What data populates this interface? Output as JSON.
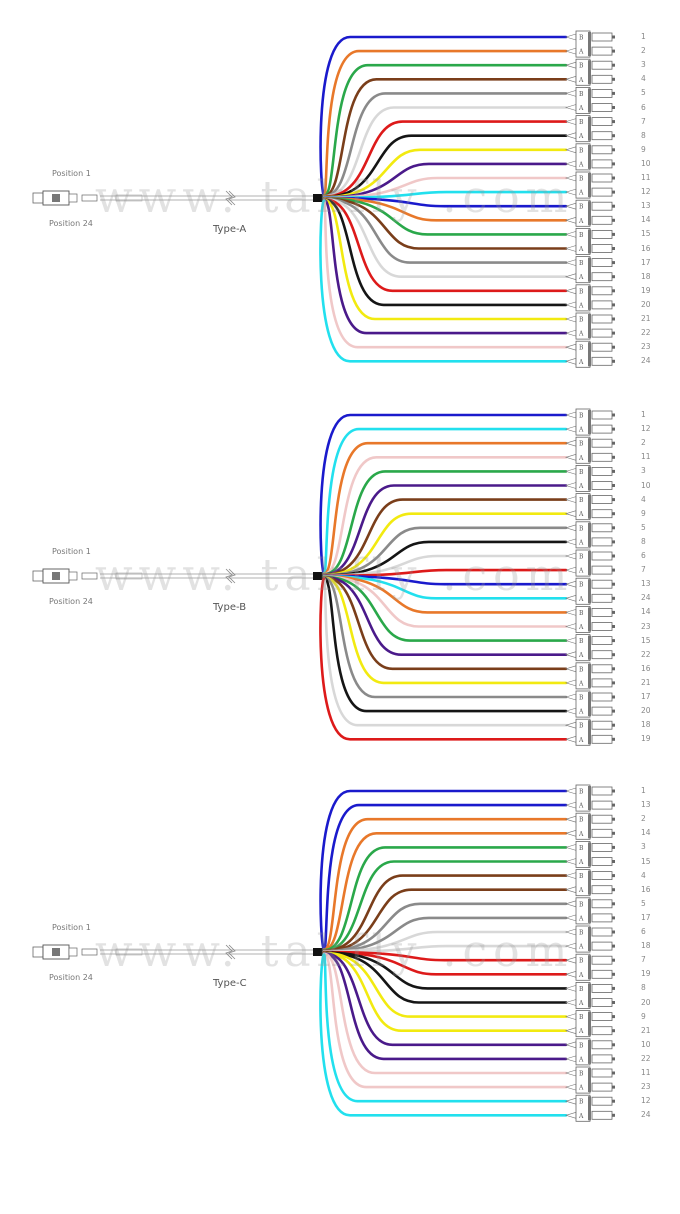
{
  "colors": {
    "blue": "#1a1acc",
    "orange": "#e8782a",
    "green": "#2aa84a",
    "brown": "#7a3e1a",
    "gray": "#8a8a8a",
    "white": "#d8d8d8",
    "red": "#dd1a1a",
    "black": "#151515",
    "yellow": "#f2ea10",
    "violet": "#4a1a8a",
    "rose": "#f0c8c8",
    "aqua": "#22e0ee"
  },
  "watermark": "www. takfly .com",
  "diagrams": [
    {
      "type_label": "Type-A",
      "pos1_label": "Position 1",
      "pos24_label": "Position 24",
      "fiber_numbers": [
        "1",
        "2",
        "3",
        "4",
        "5",
        "6",
        "7",
        "8",
        "9",
        "10",
        "11",
        "12",
        "13",
        "14",
        "15",
        "16",
        "17",
        "18",
        "19",
        "20",
        "21",
        "22",
        "23",
        "24"
      ],
      "fiber_colors": [
        "blue",
        "orange",
        "green",
        "brown",
        "gray",
        "white",
        "red",
        "black",
        "yellow",
        "violet",
        "rose",
        "aqua",
        "blue",
        "orange",
        "green",
        "brown",
        "gray",
        "white",
        "red",
        "black",
        "yellow",
        "violet",
        "rose",
        "aqua"
      ]
    },
    {
      "type_label": "Type-B",
      "pos1_label": "Position 1",
      "pos24_label": "Position 24",
      "fiber_numbers": [
        "1",
        "12",
        "2",
        "11",
        "3",
        "10",
        "4",
        "9",
        "5",
        "8",
        "6",
        "7",
        "13",
        "24",
        "14",
        "23",
        "15",
        "22",
        "16",
        "21",
        "17",
        "20",
        "18",
        "19"
      ],
      "fiber_colors": [
        "blue",
        "aqua",
        "orange",
        "rose",
        "green",
        "violet",
        "brown",
        "yellow",
        "gray",
        "black",
        "white",
        "red",
        "blue",
        "aqua",
        "orange",
        "rose",
        "green",
        "violet",
        "brown",
        "yellow",
        "gray",
        "black",
        "white",
        "red"
      ]
    },
    {
      "type_label": "Type-C",
      "pos1_label": "Position 1",
      "pos24_label": "Position 24",
      "fiber_numbers": [
        "1",
        "13",
        "2",
        "14",
        "3",
        "15",
        "4",
        "16",
        "5",
        "17",
        "6",
        "18",
        "7",
        "19",
        "8",
        "20",
        "9",
        "21",
        "10",
        "22",
        "11",
        "23",
        "12",
        "24"
      ],
      "fiber_colors": [
        "blue",
        "blue",
        "orange",
        "orange",
        "green",
        "green",
        "brown",
        "brown",
        "gray",
        "gray",
        "white",
        "white",
        "red",
        "red",
        "black",
        "black",
        "yellow",
        "yellow",
        "violet",
        "violet",
        "rose",
        "rose",
        "aqua",
        "aqua"
      ]
    }
  ],
  "connector_labels": {
    "top": "B",
    "bottom": "A"
  }
}
